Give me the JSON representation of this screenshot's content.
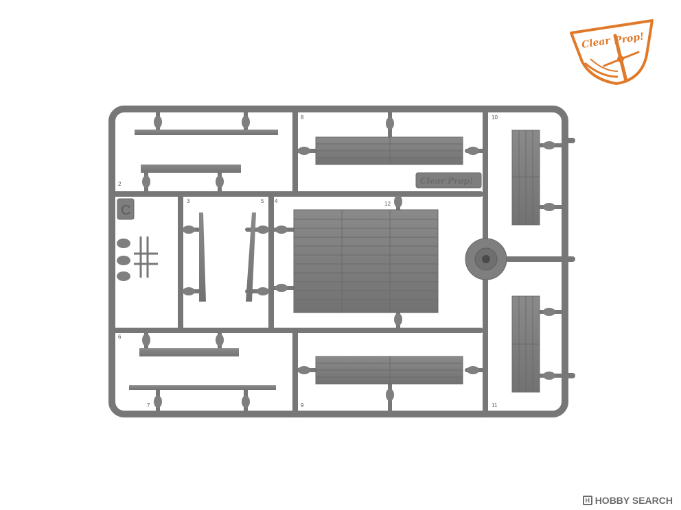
{
  "logo": {
    "text_line1": "Clear",
    "text_line2": "Prop!",
    "color": "#e07a2a"
  },
  "sprue": {
    "frame_letter": "C",
    "emboss_brand": "Clear Prop!",
    "part_numbers": [
      "2",
      "3",
      "4",
      "5",
      "6",
      "7",
      "8",
      "9",
      "10",
      "11",
      "12"
    ],
    "color": "#7d7d7d",
    "part_color": "#838383"
  },
  "watermark": {
    "text": "HOBBY SEARCH",
    "color": "#6b6b6b"
  }
}
